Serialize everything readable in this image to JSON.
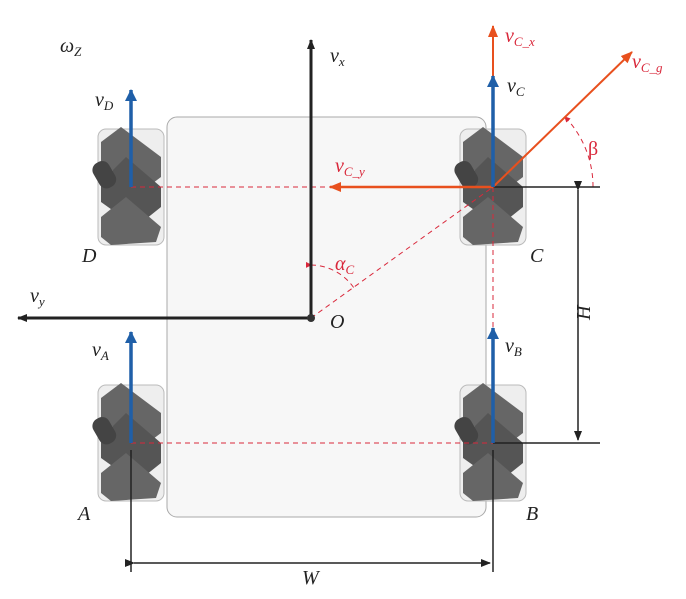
{
  "labels": {
    "omega": "ω",
    "omega_sub": "Z",
    "vx": "v",
    "vx_sub": "x",
    "vy": "v",
    "vy_sub": "y",
    "vD": "v",
    "vD_sub": "D",
    "vC": "v",
    "vC_sub": "C",
    "vA": "v",
    "vA_sub": "A",
    "vB": "v",
    "vB_sub": "B",
    "vCx": "v",
    "vCx_sub": "C_x",
    "vCy": "v",
    "vCy_sub": "C_y",
    "vCg": "v",
    "vCg_sub": "C_g",
    "alpha": "α",
    "alpha_sub": "C",
    "beta": "β",
    "O": "O",
    "A": "A",
    "B": "B",
    "C": "C",
    "D": "D",
    "H": "H",
    "W": "W"
  },
  "colors": {
    "blue": "#1f5fa8",
    "orange": "#e8501e",
    "red": "#d9283b",
    "black": "#222222"
  }
}
